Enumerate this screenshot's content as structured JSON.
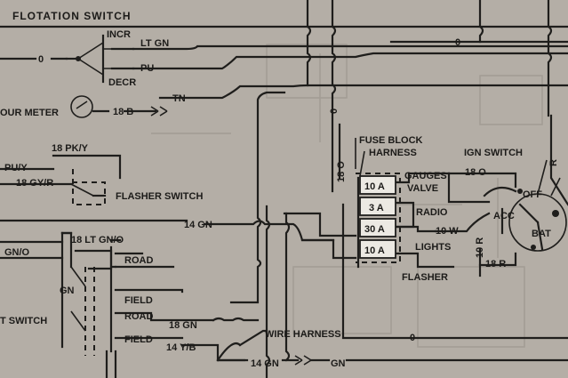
{
  "labels": {
    "flotation_switch": "FLOTATION SWITCH",
    "incr": "INCR",
    "decr": "DECR",
    "lt_gn": "LT GN",
    "pu": "PU",
    "tn": "TN",
    "zero_left": "0",
    "zero_top_right": "0",
    "hour_meter": "OUR METER",
    "hour_meter_wire": "18 B",
    "pk_y": "18 PK/Y",
    "pu_y": "PU/Y",
    "gy_r": "18 GY/R",
    "flasher_switch": "FLASHER SWITCH",
    "gn_14": "14 GN",
    "lt_gn_o": "18 LT GN/O",
    "gn_o": "GN/O",
    "gn": "GN",
    "road_1": "ROAD",
    "field_1": "FIELD",
    "road_2": "ROAD",
    "field_2": "FIELD",
    "t_switch": "T SWITCH",
    "gn_18": "18 GN",
    "y_b_14": "14 Y/B",
    "wire_harness": "WIRE HARNESS",
    "gn_14_bottom": "14 GN",
    "gn_bottom_right": "GN",
    "fuse_block_harness_1": "FUSE BLOCK",
    "fuse_block_harness_2": "HARNESS",
    "wire_18_o_vertical": "18 O",
    "zero_mid_vertical": "0",
    "fuse_10a_top": "10 A",
    "fuse_3a": "3 A",
    "fuse_30a": "30 A",
    "fuse_10a_bottom": "10 A",
    "gauges": "GAUGES",
    "valve": "VALVE",
    "radio": "RADIO",
    "lights": "LIGHTS",
    "flasher": "FLASHER",
    "w_10": "10 W",
    "ign_switch": "IGN SWITCH",
    "o_18": "18 O",
    "r_10": "10 R",
    "r_18": "18 R",
    "off": "OFF",
    "acc": "ACC",
    "bat": "BAT",
    "zero_bottom": "0",
    "r_right": "R"
  }
}
